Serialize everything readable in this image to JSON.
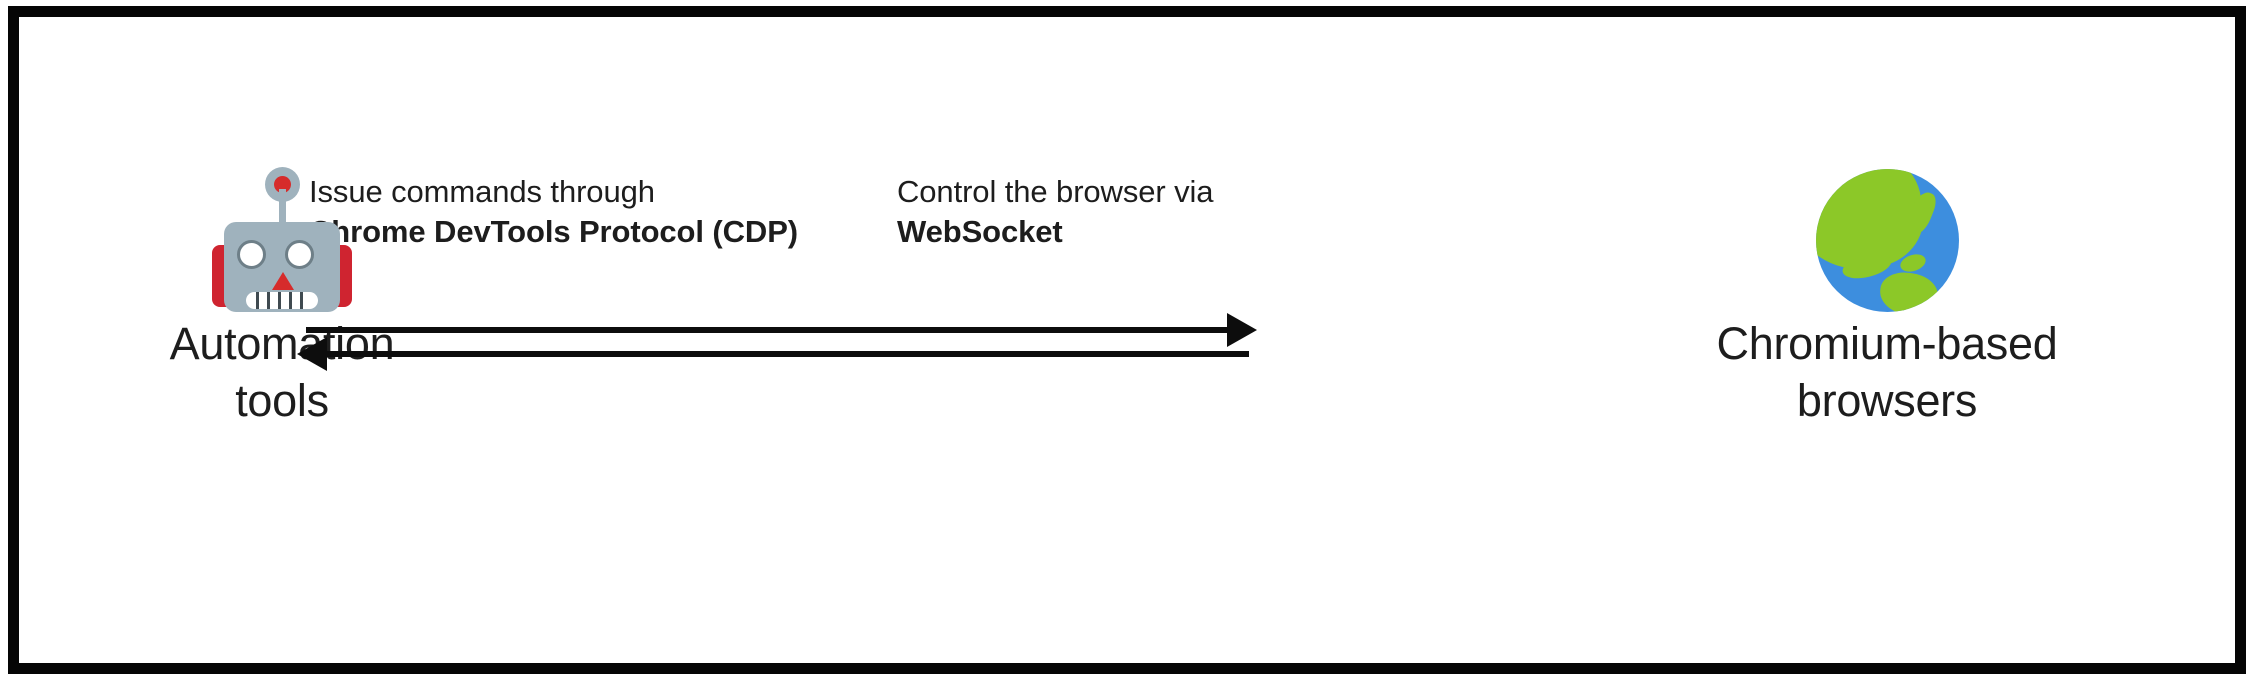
{
  "diagram": {
    "type": "architecture-flow",
    "border_color": "#050505",
    "background_color": "#ffffff",
    "text_color": "#1d1d1d",
    "arrow_color": "#0d0d0d",
    "nodes": [
      {
        "id": "automation-tools",
        "icon": "robot-icon",
        "caption_line_1": "Automation",
        "caption_line_2": "tools",
        "icon_colors": {
          "body": "#9fb2bd",
          "accent": "#cf2430",
          "light": "#d62b2b",
          "eye": "#ffffff"
        }
      },
      {
        "id": "chromium-based-browsers",
        "icon": "globe-icon",
        "caption_line_1": "Chromium-based",
        "caption_line_2": "browsers",
        "icon_colors": {
          "ocean": "#3d8ede",
          "land": "#8cc828"
        }
      }
    ],
    "edges": [
      {
        "id": "edge-cdp",
        "direction": "left-to-right",
        "label_line_1": "Issue commands through",
        "label_line_2": "Chrome DevTools Protocol (CDP)",
        "label_line_2_bold": true,
        "arrowhead": "right"
      },
      {
        "id": "edge-websocket",
        "direction": "right-to-left",
        "label_line_1": "Control the browser via",
        "label_line_2": "WebSocket",
        "label_line_2_bold": true,
        "arrowhead": "left"
      }
    ]
  }
}
